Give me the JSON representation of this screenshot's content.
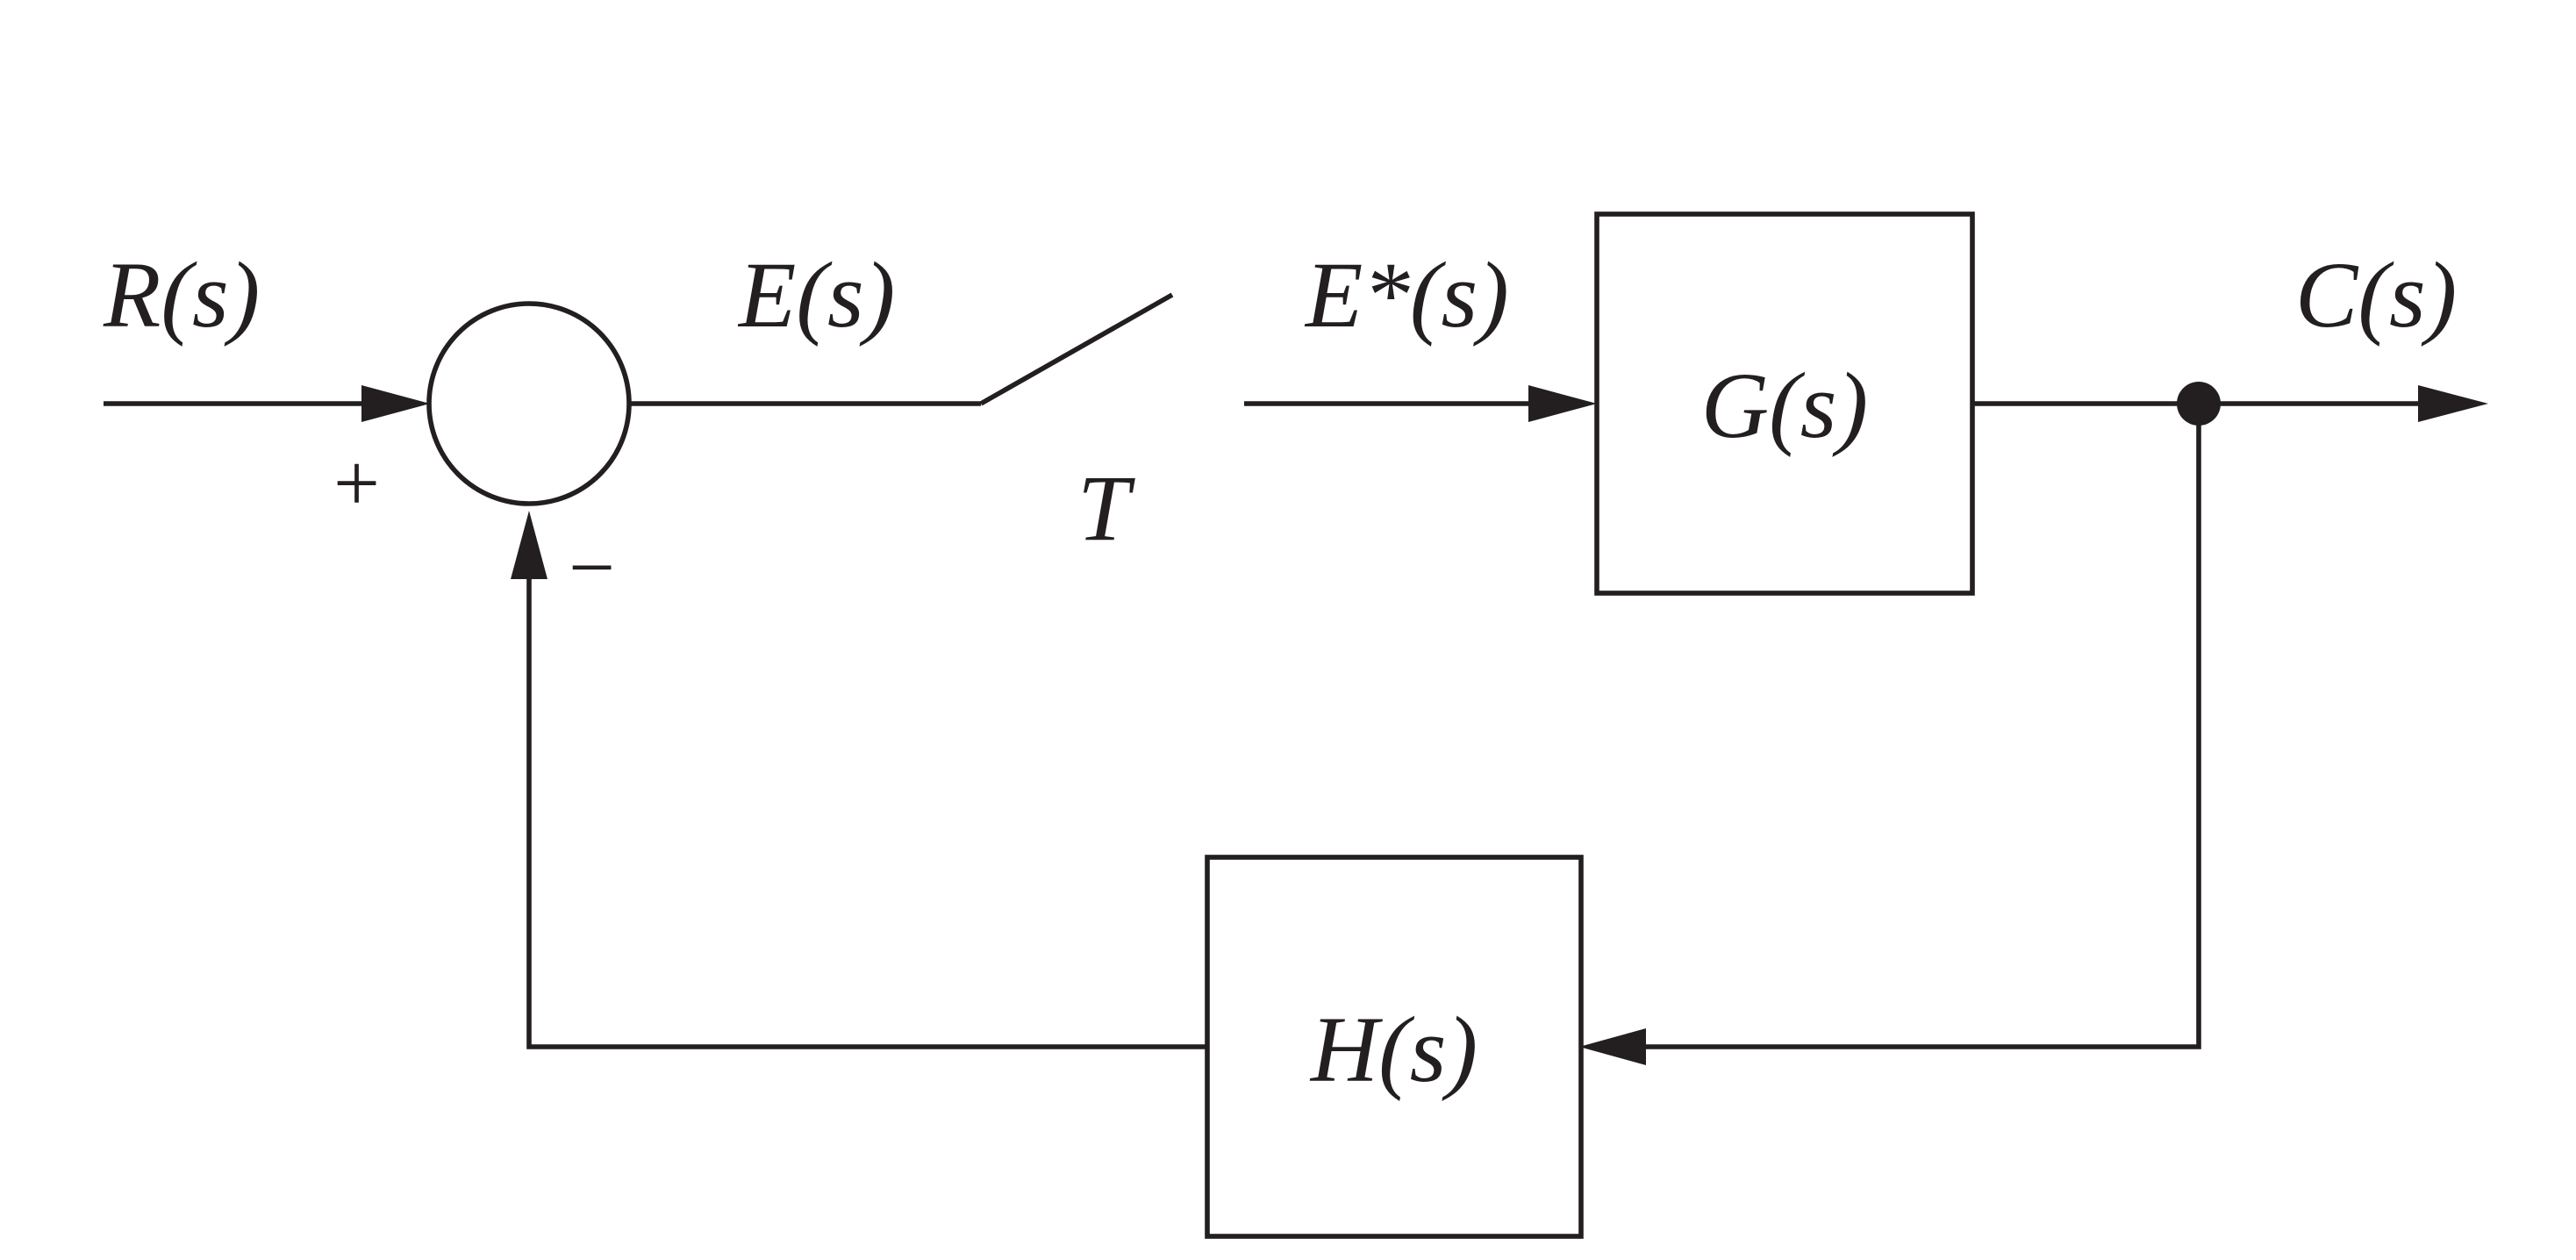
{
  "diagram": {
    "signals": {
      "input": "R(s)",
      "error": "E(s)",
      "sampled_error": "E*(s)",
      "output": "C(s)"
    },
    "sampler": {
      "period_label": "T"
    },
    "blocks": {
      "forward": "G(s)",
      "feedback": "H(s)"
    },
    "summing_junction": {
      "plus_sign": "+",
      "minus_sign": "−"
    }
  }
}
